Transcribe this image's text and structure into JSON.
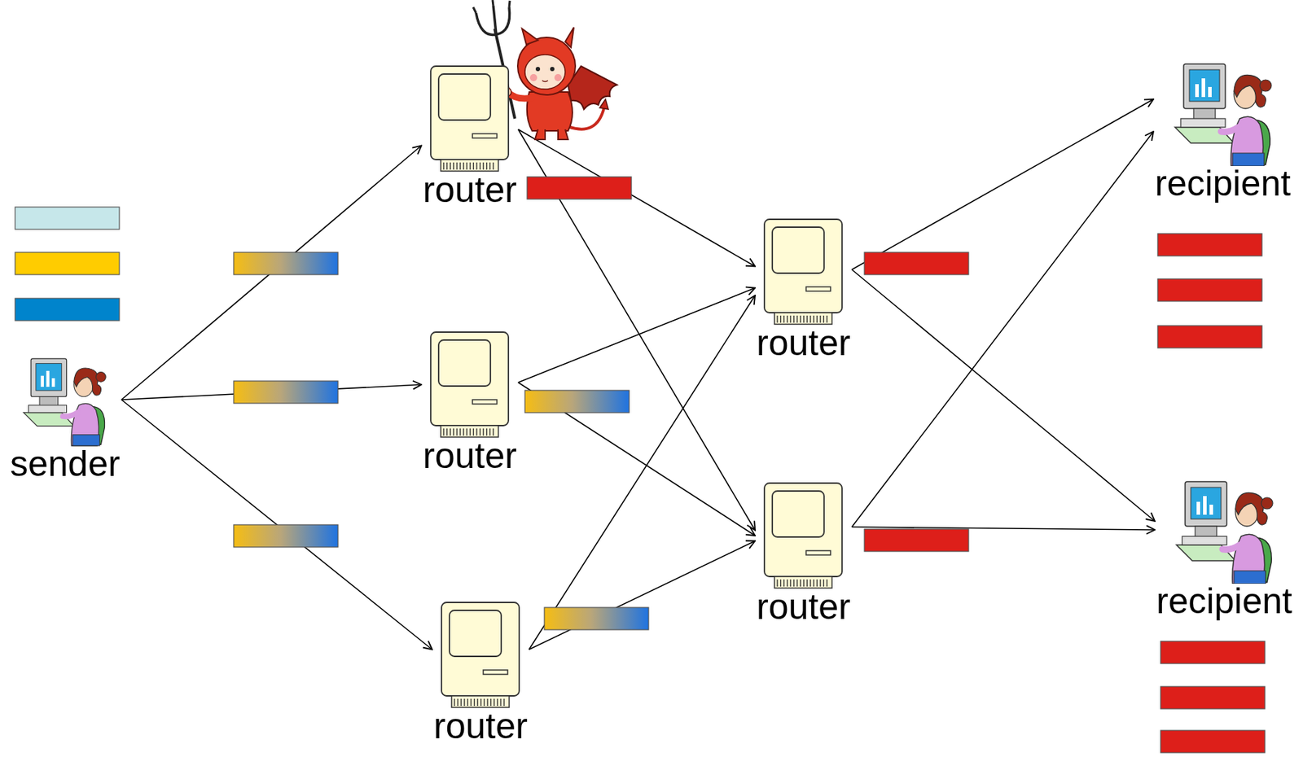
{
  "diagram": {
    "nodes": [
      {
        "text": [
          "sender"
        ]
      },
      {
        "text": [
          "router"
        ]
      },
      {
        "text": [
          "router"
        ]
      },
      {
        "text": [
          "router"
        ]
      },
      {
        "text": [
          "router"
        ]
      },
      {
        "text": [
          "router"
        ]
      },
      {
        "text": [
          "recipient"
        ]
      },
      {
        "text": [
          "recipient"
        ]
      }
    ],
    "edges": [
      {
        "from": 0,
        "to": 1,
        "arrow": "to"
      },
      {
        "from": 0,
        "to": 2,
        "arrow": "to"
      },
      {
        "from": 0,
        "to": 3,
        "arrow": "to"
      },
      {
        "from": 1,
        "to": 4,
        "arrow": "to"
      },
      {
        "from": 1,
        "to": 5,
        "arrow": "to"
      },
      {
        "from": 2,
        "to": 4,
        "arrow": "to"
      },
      {
        "from": 2,
        "to": 5,
        "arrow": "to"
      },
      {
        "from": 3,
        "to": 4,
        "arrow": "to"
      },
      {
        "from": 3,
        "to": 5,
        "arrow": "to"
      },
      {
        "from": 4,
        "to": 6,
        "arrow": "to"
      },
      {
        "from": 4,
        "to": 7,
        "arrow": "to"
      },
      {
        "from": 5,
        "to": 6,
        "arrow": "to"
      },
      {
        "from": 5,
        "to": 7,
        "arrow": "to"
      }
    ]
  }
}
